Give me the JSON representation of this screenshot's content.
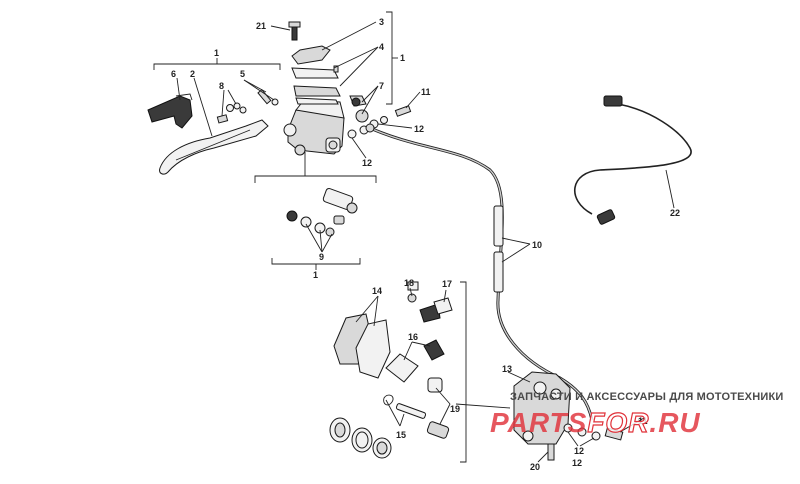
{
  "callouts": [
    {
      "id": "c21",
      "text": "21"
    },
    {
      "id": "c3",
      "text": "3"
    },
    {
      "id": "c4",
      "text": "4"
    },
    {
      "id": "c1a",
      "text": "1"
    },
    {
      "id": "c1b",
      "text": "1"
    },
    {
      "id": "c6",
      "text": "6"
    },
    {
      "id": "c2",
      "text": "2"
    },
    {
      "id": "c8",
      "text": "8"
    },
    {
      "id": "c5",
      "text": "5"
    },
    {
      "id": "c7",
      "text": "7"
    },
    {
      "id": "c11a",
      "text": "11"
    },
    {
      "id": "c12a",
      "text": "12"
    },
    {
      "id": "c12b",
      "text": "12"
    },
    {
      "id": "c9",
      "text": "9"
    },
    {
      "id": "c1c",
      "text": "1"
    },
    {
      "id": "c10",
      "text": "10"
    },
    {
      "id": "c22",
      "text": "22"
    },
    {
      "id": "c14",
      "text": "14"
    },
    {
      "id": "c18",
      "text": "18"
    },
    {
      "id": "c17",
      "text": "17"
    },
    {
      "id": "c16",
      "text": "16"
    },
    {
      "id": "c13",
      "text": "13"
    },
    {
      "id": "c15",
      "text": "15"
    },
    {
      "id": "c19",
      "text": "19"
    },
    {
      "id": "c11b",
      "text": "11"
    },
    {
      "id": "c20",
      "text": "20"
    },
    {
      "id": "c12c",
      "text": "12"
    },
    {
      "id": "c12d",
      "text": "12"
    }
  ],
  "watermark": {
    "tagline": "ЗАПЧАСТИ И АКСЕССУАРЫ ДЛЯ МОТОТЕХНИКИ",
    "brand": "PARTS",
    "brand_mid": "FOR",
    "brand_end": ".RU"
  }
}
